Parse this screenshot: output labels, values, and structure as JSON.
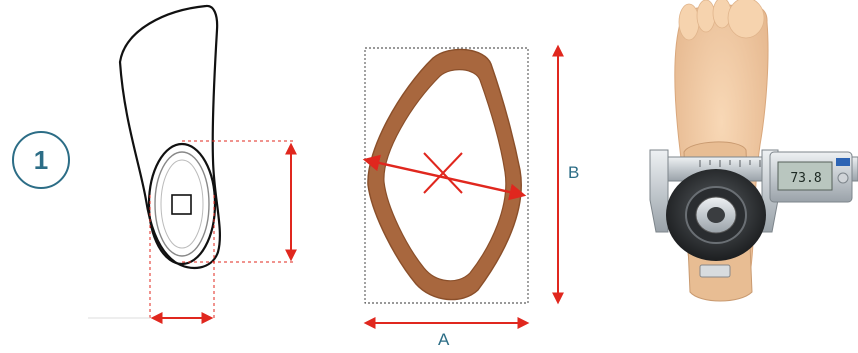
{
  "step": {
    "number": "1"
  },
  "dimensions": {
    "width_label": "A",
    "height_label": "B"
  },
  "colors": {
    "accent": "#2c6d86",
    "arrow": "#e0271e",
    "outline": "#111111",
    "ring": "#a8673e",
    "ring_dark": "#8a4f2a",
    "skin": "#f2c9a0",
    "metal": "#c9ced3",
    "lcd": "#b9c6bf"
  },
  "caliper_reading": "73.8",
  "icons": [
    "foot-insole-outline-icon",
    "oval-ring-icon",
    "prosthetic-foot-caliper-photo"
  ]
}
